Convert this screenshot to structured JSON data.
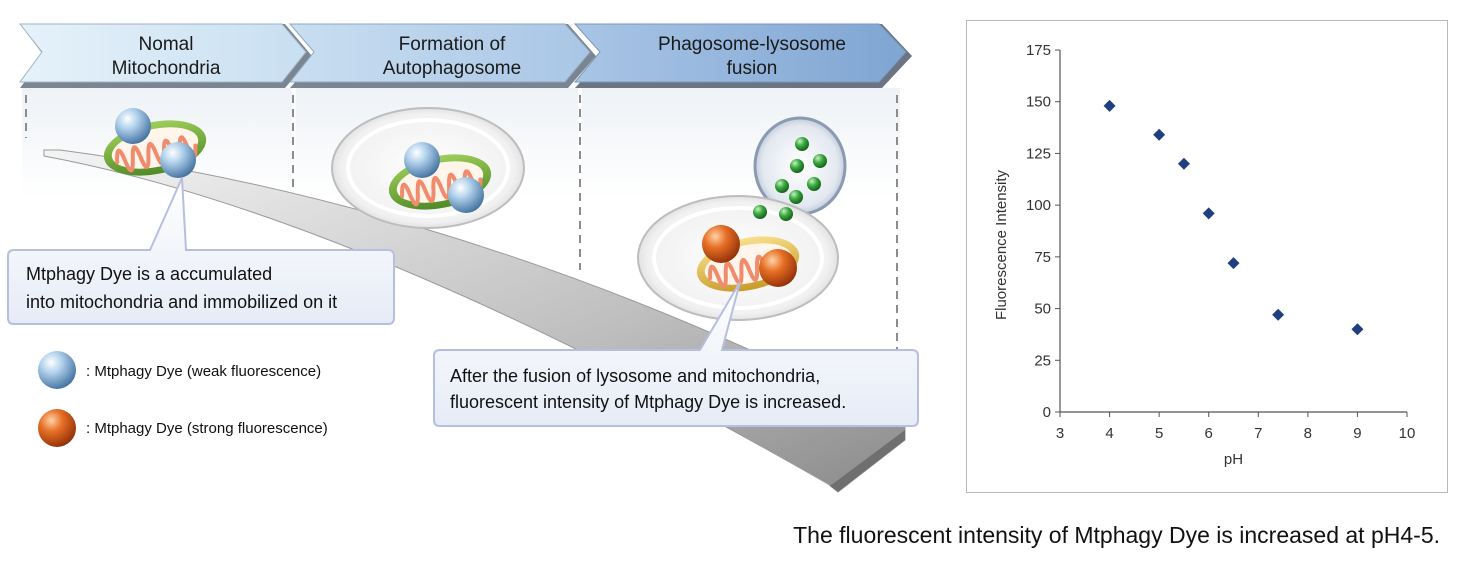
{
  "stages": [
    {
      "line1": "Nomal",
      "line2": "Mitochondria"
    },
    {
      "line1": "Formation of",
      "line2": "Autophagosome"
    },
    {
      "line1": "Phagosome-lysosome",
      "line2": "fusion"
    }
  ],
  "callouts": {
    "left": {
      "line1": "Mtphagy Dye is a accumulated",
      "line2": "into mitochondria and immobilized on it"
    },
    "right": {
      "line1": "After the fusion of lysosome and mitochondria,",
      "line2": "fluorescent intensity of Mtphagy Dye is increased."
    }
  },
  "legend": {
    "weak": ": Mtphagy Dye (weak fluorescence)",
    "strong": ": Mtphagy Dye (strong fluorescence)"
  },
  "caption": "The fluorescent intensity of Mtphagy Dye is increased at pH4-5.",
  "colors": {
    "banner_light": "#d8ebf7",
    "banner_dark": "#8fb1d6",
    "dye_weak": "#8db8de",
    "dye_strong": "#e0691e",
    "lysosome_dot": "#2f9a37",
    "mito_outer": "#6fa53a",
    "point": "#1f3f7f"
  },
  "chart_data": {
    "type": "scatter",
    "xlabel": "pH",
    "ylabel": "Fluorescence Intensity",
    "xlim": [
      3,
      10
    ],
    "ylim": [
      0,
      175
    ],
    "xticks": [
      3,
      4,
      5,
      6,
      7,
      8,
      9,
      10
    ],
    "yticks": [
      0,
      25,
      50,
      75,
      100,
      125,
      150,
      175
    ],
    "series": [
      {
        "x": [
          4,
          5,
          5.5,
          6,
          6.5,
          7.4,
          9
        ],
        "y": [
          148,
          134,
          120,
          96,
          72,
          47,
          40
        ]
      }
    ],
    "grid": false,
    "marker": "diamond"
  }
}
